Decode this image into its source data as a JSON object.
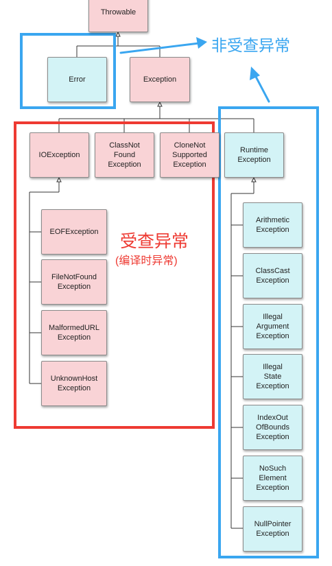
{
  "nodes": {
    "throwable": "Throwable",
    "error": "Error",
    "exception": "Exception",
    "ioexception": "IOException",
    "classnotfound": "ClassNot\nFound\nException",
    "clonenotsupported": "CloneNot\nSupported\nException",
    "runtime": "Runtime\nException",
    "eof": "EOFException",
    "filenotfound": "FileNotFound\nException",
    "malformedurl": "MalformedURL\nException",
    "unknownhost": "UnknownHost\nException",
    "arithmetic": "Arithmetic\nException",
    "classcast": "ClassCast\nException",
    "illegalargument": "Illegal\nArgument\nException",
    "illegalstate": "Illegal\nState\nException",
    "indexoutofbounds": "IndexOut\nOfBounds\nException",
    "nosuchelement": "NoSuch\nElement\nException",
    "nullpointer": "NullPointer\nException"
  },
  "annotations": {
    "unchecked": "非受查异常",
    "checked": "受查异常",
    "checked_sub": "(编译时异常)"
  },
  "colors": {
    "checked_fill": "#f9d3d6",
    "unchecked_fill": "#d3f3f6",
    "blue": "#3aa6f0",
    "red": "#ee3a32"
  }
}
